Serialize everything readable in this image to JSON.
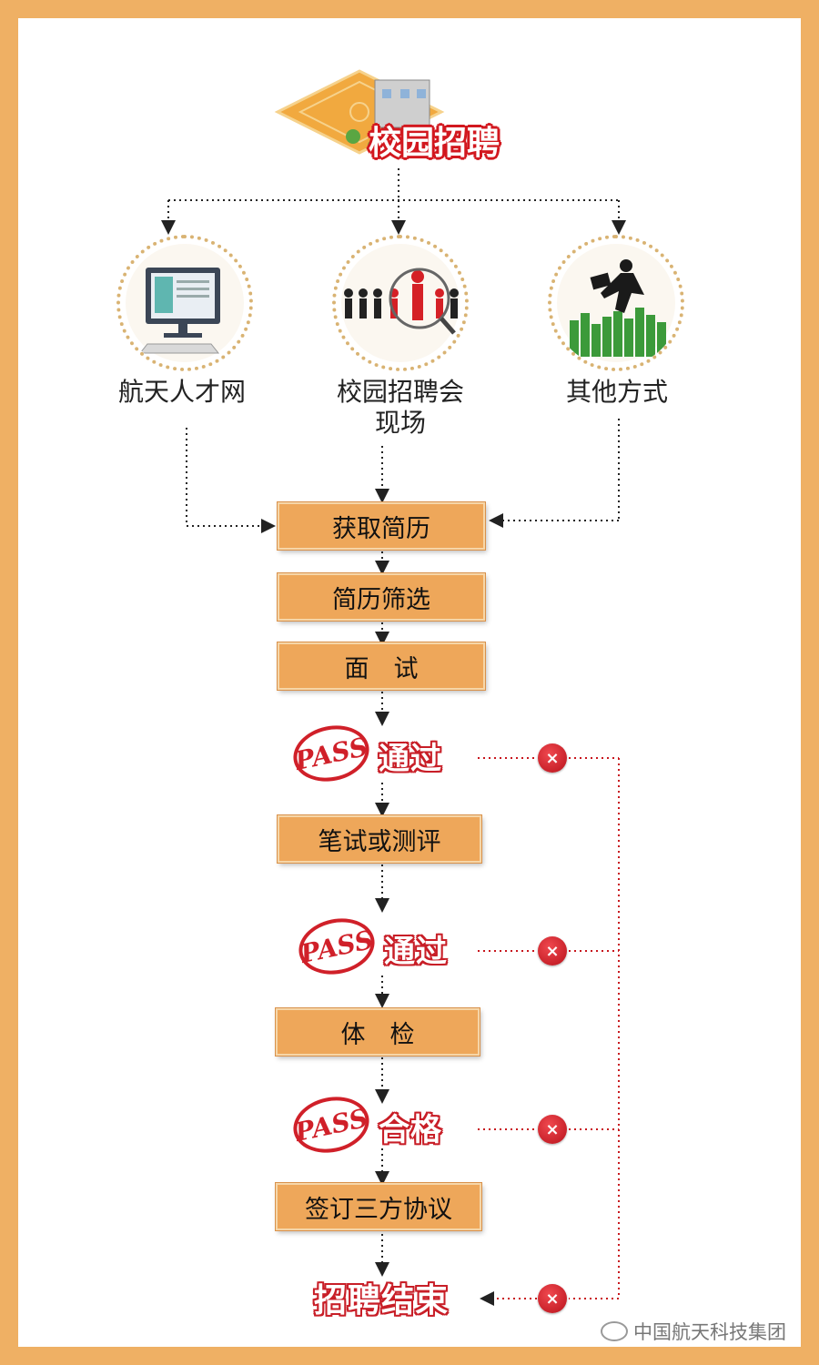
{
  "header": {
    "title": "校园招聘"
  },
  "sources": [
    {
      "label": "航天人才网",
      "icon": "computer-icon"
    },
    {
      "label": "校园招聘会\n现场",
      "icon": "crowd-magnifier-icon"
    },
    {
      "label": "其他方式",
      "icon": "businessman-jump-icon"
    }
  ],
  "steps": {
    "get_resume": "获取简历",
    "screen_resume": "简历筛选",
    "interview": "面　试",
    "written_test": "笔试或测评",
    "physical_exam": "体　检",
    "sign_agreement": "签订三方协议"
  },
  "pass_checks": [
    {
      "stamp": "PASS",
      "word": "通过"
    },
    {
      "stamp": "PASS",
      "word": "通过"
    },
    {
      "stamp": "PASS",
      "word": "合格"
    }
  ],
  "end": {
    "label": "招聘结束"
  },
  "reject_symbol": "×",
  "watermark": {
    "text": "中国航天科技集团"
  },
  "colors": {
    "border": "#efb064",
    "step_fill": "#eea75a",
    "accent_red": "#d02029",
    "reject_red": "#c8161d"
  }
}
